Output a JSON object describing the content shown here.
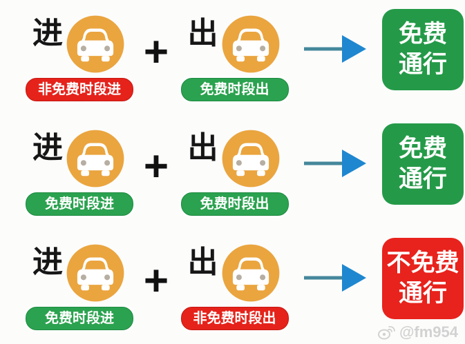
{
  "colors": {
    "orange": "#EAA53F",
    "tag_green": "#2BA24F",
    "tag_red": "#E5231B",
    "box_green": "#249A48",
    "box_red": "#E8221C",
    "arrow_shaft": "#45879B",
    "arrow_head": "#1E87D0",
    "watermark": "#cbcbcb"
  },
  "rows": [
    {
      "entry_label": "进",
      "entry_tag": {
        "text": "非免费时段进",
        "type": "red"
      },
      "plus": "+",
      "exit_label": "出",
      "exit_tag": {
        "text": "免费时段出",
        "type": "green"
      },
      "result": {
        "line1": "免费",
        "line2": "通行",
        "type": "green"
      }
    },
    {
      "entry_label": "进",
      "entry_tag": {
        "text": "免费时段进",
        "type": "green"
      },
      "plus": "+",
      "exit_label": "出",
      "exit_tag": {
        "text": "免费时段出",
        "type": "green"
      },
      "result": {
        "line1": "免费",
        "line2": "通行",
        "type": "green"
      }
    },
    {
      "entry_label": "进",
      "entry_tag": {
        "text": "免费时段进",
        "type": "green"
      },
      "plus": "+",
      "exit_label": "出",
      "exit_tag": {
        "text": "非免费时段出",
        "type": "red"
      },
      "result": {
        "line1": "不免费",
        "line2": "通行",
        "type": "red"
      }
    }
  ],
  "watermark": {
    "handle": "@fm954"
  }
}
